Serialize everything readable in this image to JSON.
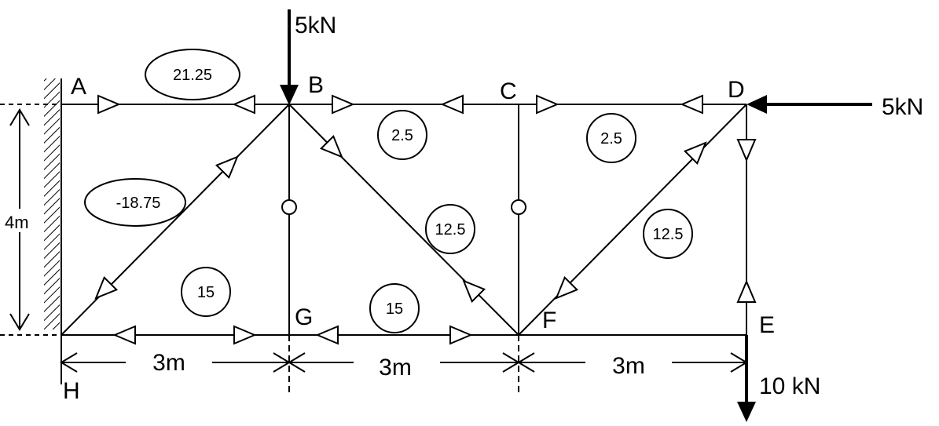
{
  "nodes": {
    "A": "A",
    "B": "B",
    "C": "C",
    "D": "D",
    "E": "E",
    "F": "F",
    "G": "G",
    "H": "H"
  },
  "loads": {
    "b_vertical": "5kN",
    "d_horizontal": "5kN",
    "e_vertical": "10 kN"
  },
  "member_forces": {
    "AB": "21.25",
    "HB": "-18.75",
    "BC": "2.5",
    "CD": "2.5",
    "BF": "12.5",
    "FD": "12.5",
    "HG": "15",
    "GF": "15"
  },
  "dimensions": {
    "height": "4m",
    "span1": "3m",
    "span2": "3m",
    "span3": "3m"
  }
}
